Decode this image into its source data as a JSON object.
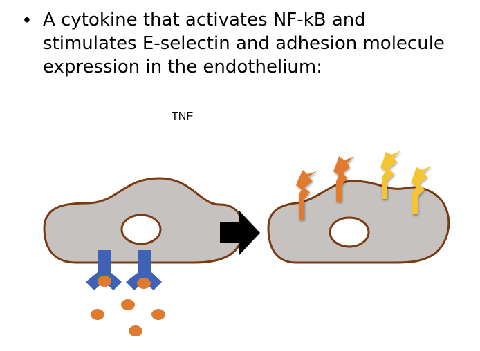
{
  "bullet": {
    "lines": [
      "A cytokine that activates NF-kB and",
      "stimulates E-selectin and adhesion molecule",
      "expression in the endothelium:"
    ]
  },
  "diagram": {
    "label": "TNF",
    "colors": {
      "cell_fill": "#c6c2bf",
      "cell_border": "#7a3b12",
      "receptor": "#3f62b6",
      "ligand": "#e07a2e",
      "molecule_orange": "#e07a2e",
      "molecule_yellow": "#f5c431",
      "arrow": "#000000"
    },
    "icons": [
      "cell-left",
      "cell-right",
      "right-arrow",
      "tnf-receptor",
      "tnf-molecule",
      "adhesion-molecule"
    ]
  }
}
